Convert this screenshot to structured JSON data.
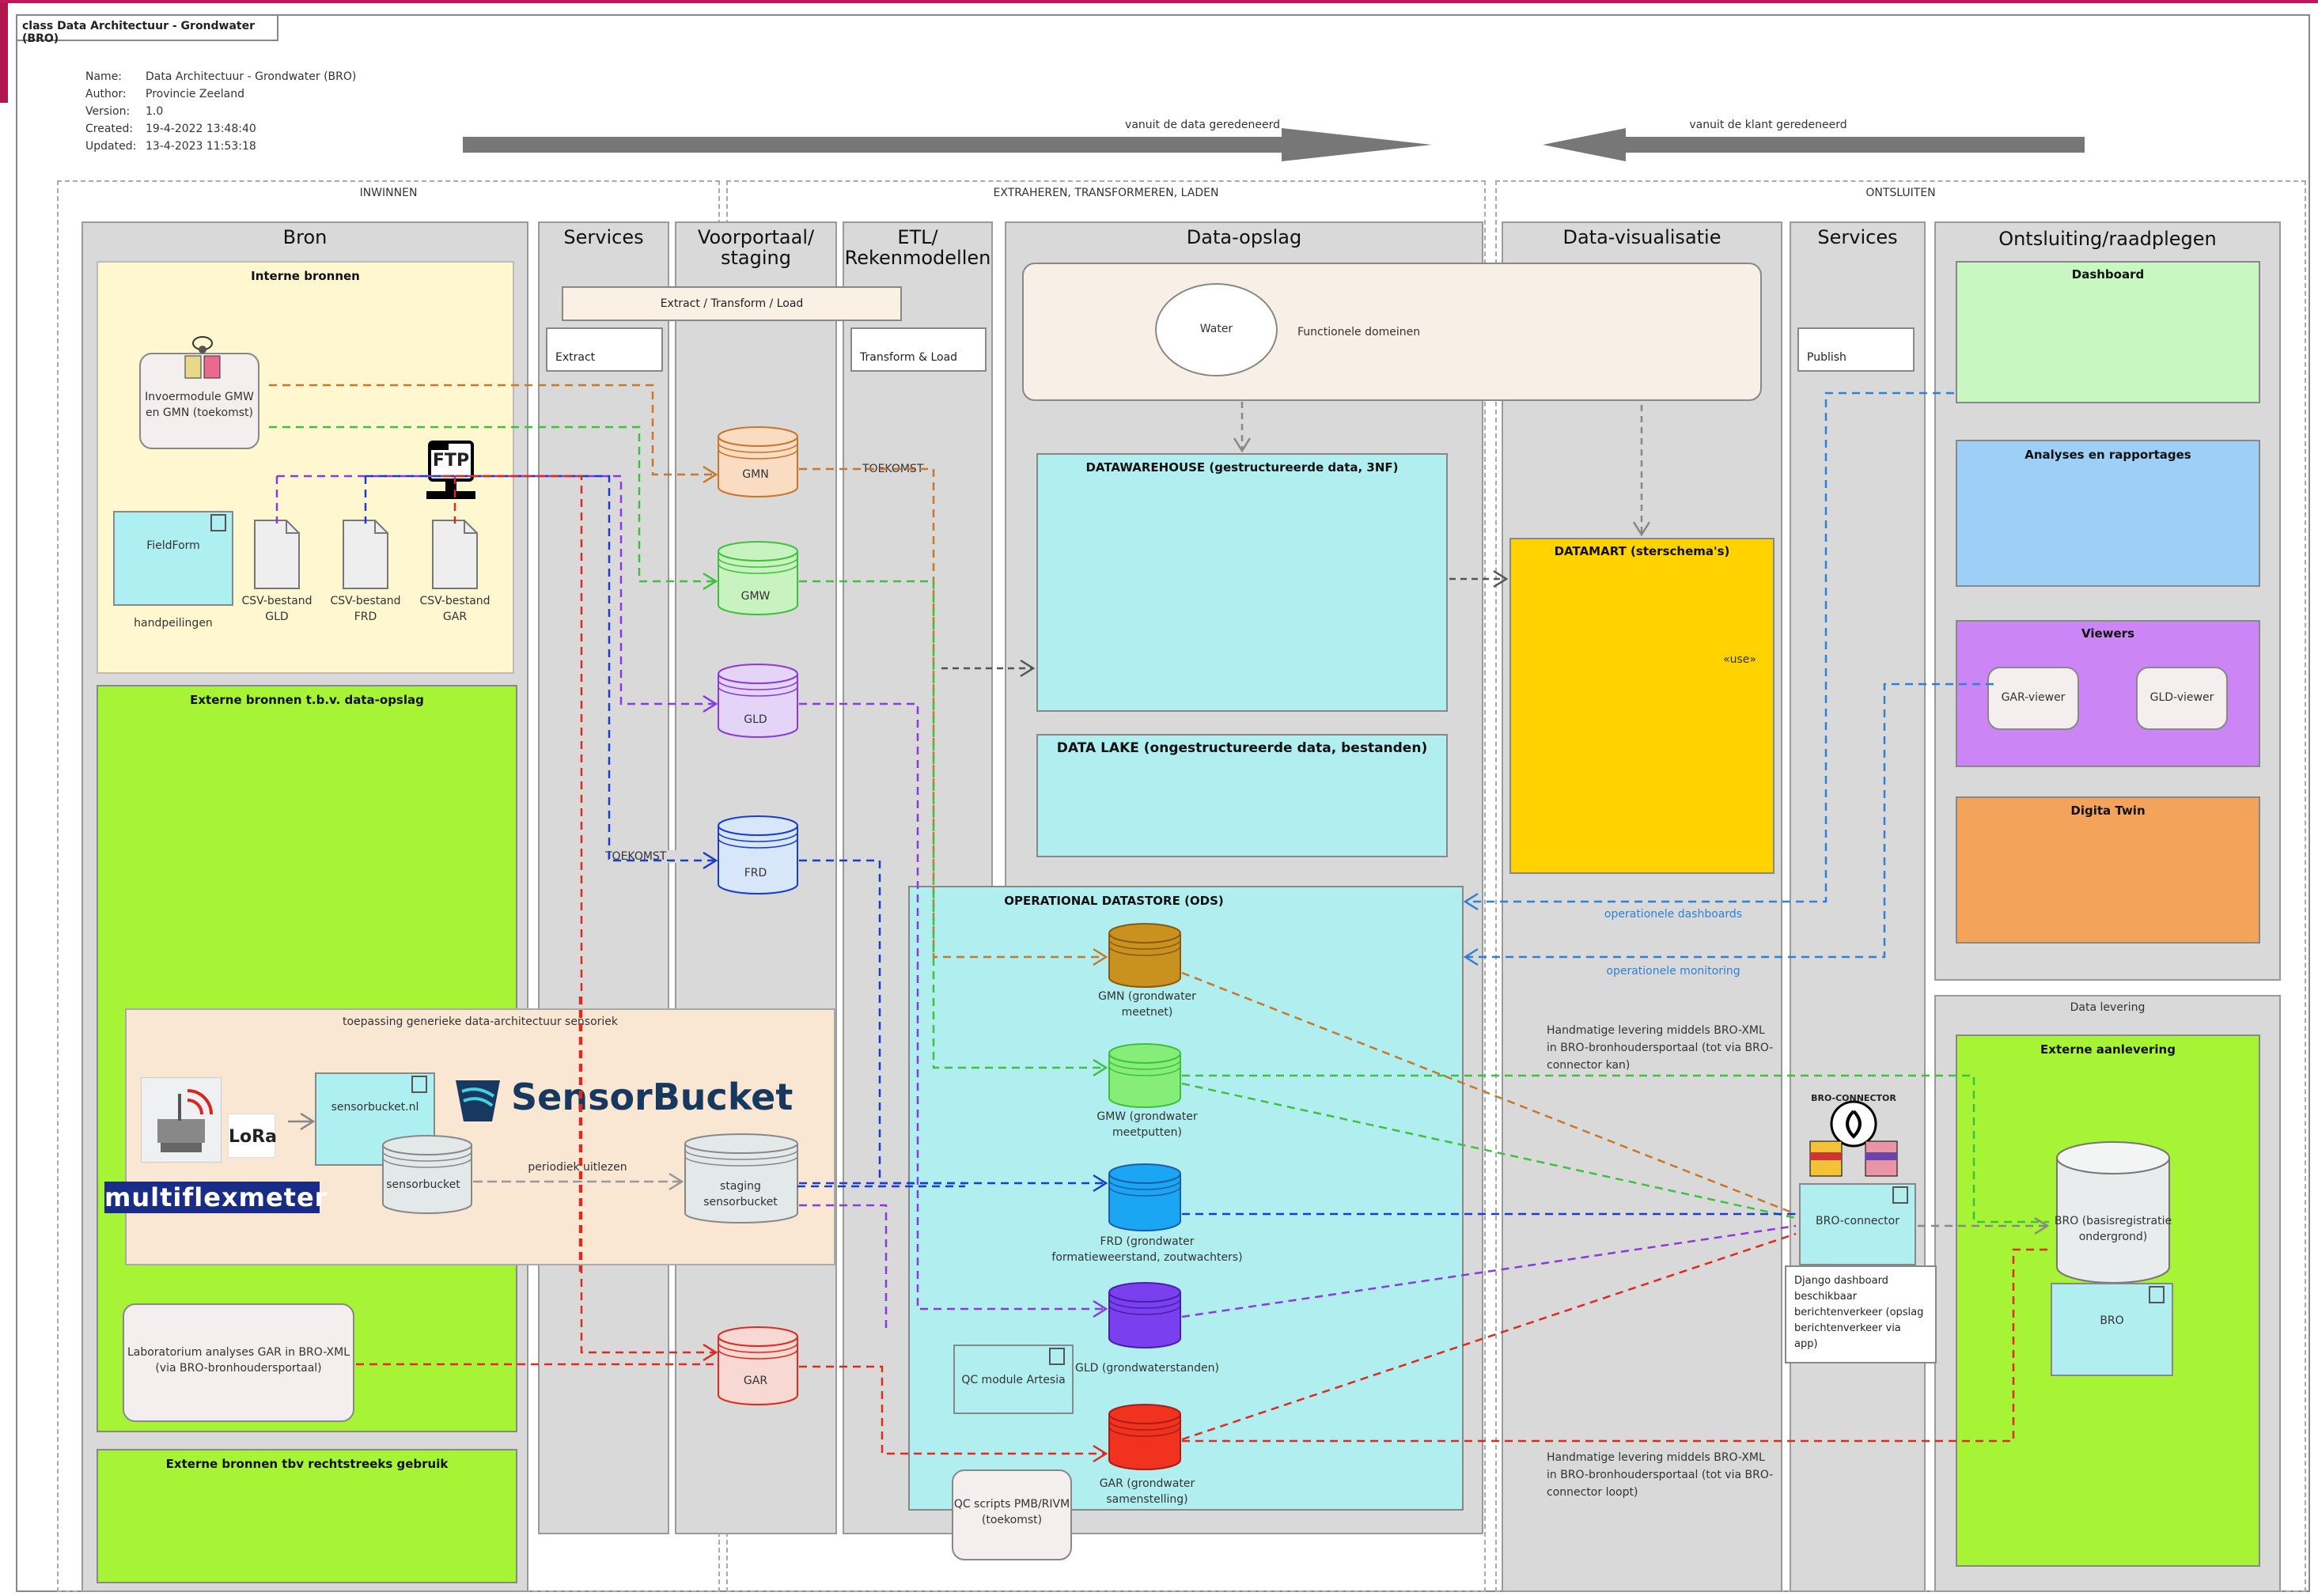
{
  "frame": {
    "tab_label": "class Data Architectuur - Grondwater (BRO)"
  },
  "meta": {
    "keys": [
      "Name:",
      "Author:",
      "Version:",
      "Created:",
      "Updated:"
    ],
    "values": [
      "Data Architectuur - Grondwater (BRO)",
      "Provincie Zeeland",
      "1.0",
      "19-4-2022 13:48:40",
      "13-4-2023 11:53:18"
    ]
  },
  "arrows": {
    "left_label": "vanuit de data geredeneerd",
    "right_label": "vanuit de klant geredeneerd"
  },
  "zones": {
    "inwinnen": "INWINNEN",
    "etl": "EXTRAHEREN, TRANSFORMEREN, LADEN",
    "ontsluiten": "ONTSLUITEN"
  },
  "lanes": {
    "bron": "Bron",
    "services1": "Services",
    "voorportaal": "Voorportaal/ staging",
    "etl": "ETL/ Rekenmodellen",
    "dataopslag": "Data-opslag",
    "datavis": "Data-visualisatie",
    "services2": "Services",
    "ontsluiting": "Ontsluiting/raadplegen"
  },
  "bron": {
    "interne_title": "Interne bronnen",
    "invoermodule": "Invoermodule GMW en GMN (toekomst)",
    "fieldform": "FieldForm",
    "handpeilingen": "handpeilingen",
    "ftp": "FTP",
    "csv": [
      "CSV-bestand GLD",
      "CSV-bestand FRD",
      "CSV-bestand GAR"
    ],
    "externe_opslag_title": "Externe bronnen t.b.v. data-opslag",
    "externe_gebruik_title": "Externe bronnen tbv rechtstreeks gebruik",
    "laboratorium": "Laboratorium analyses GAR in BRO-XML (via BRO-bronhoudersportaal)"
  },
  "sensoriek": {
    "title": "toepassing generieke data-architectuur sensoriek",
    "sensorbucket_nl": "sensorbucket.nl",
    "lora": "LoRa",
    "brand": "SensorBucket",
    "multiflexmeter": "multiflexmeter",
    "sensorbucket_db": "sensorbucket",
    "periodiek": "periodiek uitlezen",
    "staging": "staging sensorbucket"
  },
  "notes": {
    "extract": "Extract",
    "etl_banner": "Extract / Transform / Load",
    "transform_load": "Transform & Load",
    "publish": "Publish",
    "toekomst": "TOEKOMST",
    "django": "Django dashboard beschikbaar berichtenverkeer (opslag berichtenverkeer via app)"
  },
  "staging_dbs": [
    "GMN",
    "GMW",
    "GLD",
    "FRD",
    "GAR"
  ],
  "dataopslag": {
    "water": "Water",
    "functionele": "Functionele domeinen",
    "datawarehouse": "DATAWAREHOUSE (gestructureerde data, 3NF)",
    "datalake": "DATA LAKE (ongestructureerde data, bestanden)",
    "ods": "OPERATIONAL DATASTORE (ODS)",
    "ods_dbs": [
      "GMN (grondwater meetnet)",
      "GMW (grondwater meetputten)",
      "FRD (grondwater formatieweerstand, zoutwachters)",
      "GLD (grondwaterstanden)",
      "GAR (grondwater samenstelling)"
    ],
    "qc_artesia": "QC module Artesia",
    "qc_scripts": "QC scripts PMB/RIVM (toekomst)"
  },
  "datavis": {
    "datamart": "DATAMART (sterschema's)",
    "use": "«use»",
    "op_dashboards": "operationele dashboards",
    "op_monitoring": "operationele monitoring",
    "handmatig1": "Handmatige levering middels BRO-XML in BRO-bronhoudersportaal (tot via BRO-connector kan)",
    "handmatig2": "Handmatige levering middels BRO-XML in BRO-bronhoudersportaal (tot via BRO-connector loopt)"
  },
  "services2": {
    "connector": "BRO-connector",
    "connector_logo": "BRO-CONNECTOR"
  },
  "ontsluiting": {
    "dashboard": "Dashboard",
    "analyses": "Analyses en rapportages",
    "viewers": "Viewers",
    "gar_viewer": "GAR-viewer",
    "gld_viewer": "GLD-viewer",
    "digital_twin": "Digita Twin",
    "data_levering": "Data levering",
    "externe_aanlevering": "Externe aanlevering",
    "bro_db": "BRO (basisregistratie ondergrond)",
    "bro": "BRO"
  },
  "colors": {
    "gmn": "#c9772a",
    "gmw": "#3ec23e",
    "gld": "#8a3be0",
    "frd": "#1a3ccf",
    "gar": "#e02a1e",
    "publish": "#2e80d8",
    "green_box": "#a5f233",
    "yellow": "#fde99a",
    "cyan": "#b0eef0"
  }
}
